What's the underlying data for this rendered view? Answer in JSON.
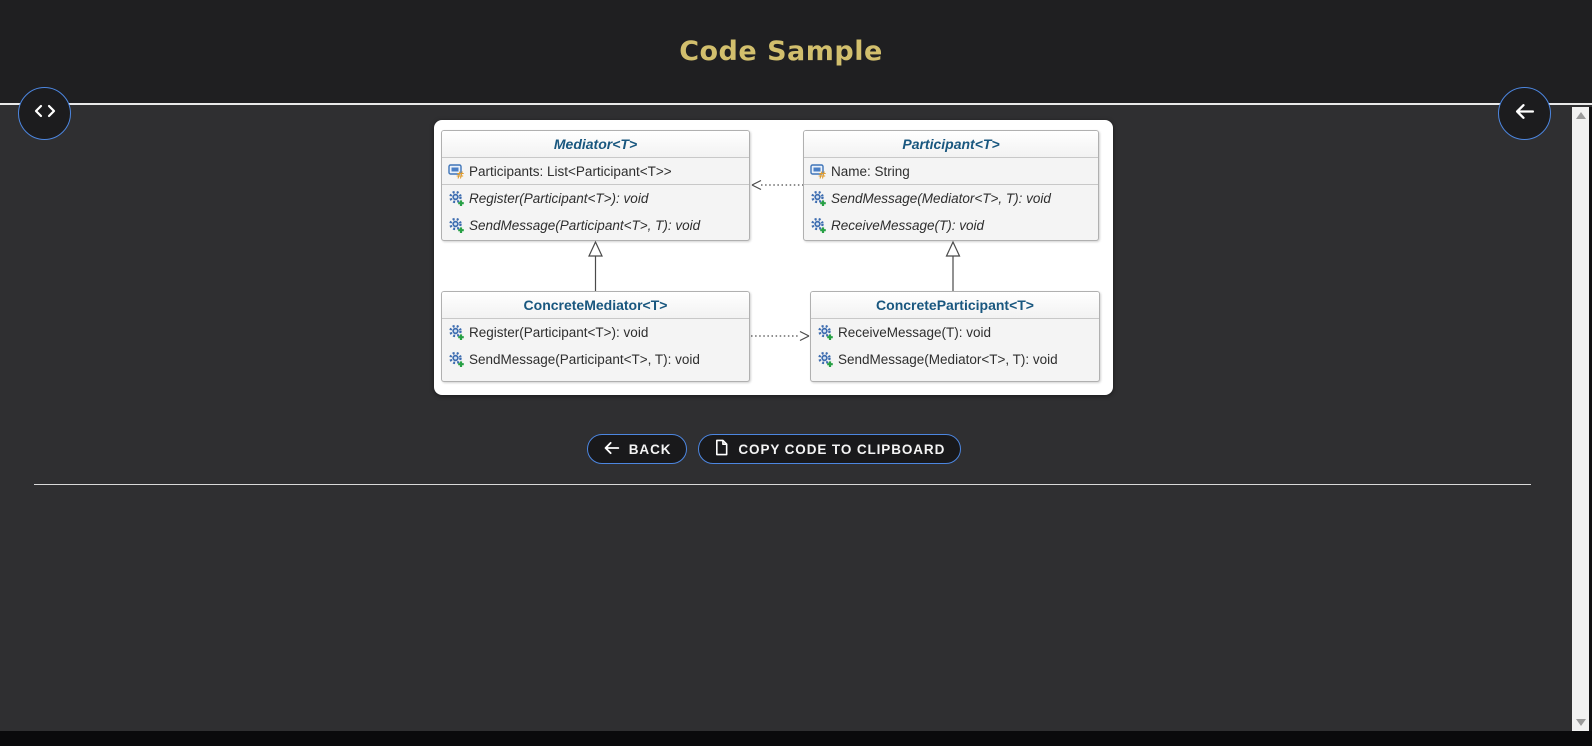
{
  "window": {
    "title": "Code Sample"
  },
  "colors": {
    "header_bg": "#1f1f21",
    "body_bg": "#2f2f31",
    "title_gold": "#d2bf6d",
    "button_border_blue": "#4c86e0",
    "class_name_blue": "#19577f",
    "panel_bg": "#ffffff"
  },
  "icons": {
    "code_toggle": "code-brackets-icon",
    "back_arrow": "arrow-left-icon",
    "copy_document": "document-icon",
    "uml_field": "field-icon",
    "uml_method": "method-icon"
  },
  "diagram": {
    "classes": [
      {
        "name": "Mediator<T>",
        "stereotype": "abstract",
        "properties": [
          {
            "icon": "field-icon",
            "text": "Participants: List<Participant<T>>"
          }
        ],
        "methods": [
          {
            "icon": "method-icon",
            "text": "Register(Participant<T>): void"
          },
          {
            "icon": "method-icon",
            "text": "SendMessage(Participant<T>, T): void"
          }
        ]
      },
      {
        "name": "Participant<T>",
        "stereotype": "abstract",
        "properties": [
          {
            "icon": "field-icon",
            "text": "Name: String"
          }
        ],
        "methods": [
          {
            "icon": "method-icon",
            "text": "SendMessage(Mediator<T>, T): void"
          },
          {
            "icon": "method-icon",
            "text": "ReceiveMessage(T): void"
          }
        ]
      },
      {
        "name": "ConcreteMediator<T>",
        "stereotype": "concrete",
        "properties": [],
        "methods": [
          {
            "icon": "method-icon",
            "text": "Register(Participant<T>): void"
          },
          {
            "icon": "method-icon",
            "text": "SendMessage(Participant<T>, T): void"
          }
        ]
      },
      {
        "name": "ConcreteParticipant<T>",
        "stereotype": "concrete",
        "properties": [],
        "methods": [
          {
            "icon": "method-icon",
            "text": "ReceiveMessage(T): void"
          },
          {
            "icon": "method-icon",
            "text": "SendMessage(Mediator<T>, T): void"
          }
        ]
      }
    ],
    "relations": [
      {
        "type": "inheritance",
        "from": "ConcreteMediator<T>",
        "to": "Mediator<T>"
      },
      {
        "type": "inheritance",
        "from": "ConcreteParticipant<T>",
        "to": "Participant<T>"
      },
      {
        "type": "dependency",
        "style": "dotted",
        "from": "Participant<T>",
        "to": "Mediator<T>"
      },
      {
        "type": "dependency",
        "style": "dotted",
        "from": "ConcreteMediator<T>",
        "to": "ConcreteParticipant<T>"
      }
    ]
  },
  "actions": {
    "back": {
      "label": "BACK",
      "icon": "arrow-left-icon"
    },
    "copy": {
      "label": "COPY CODE TO CLIPBOARD",
      "icon": "document-icon"
    }
  }
}
